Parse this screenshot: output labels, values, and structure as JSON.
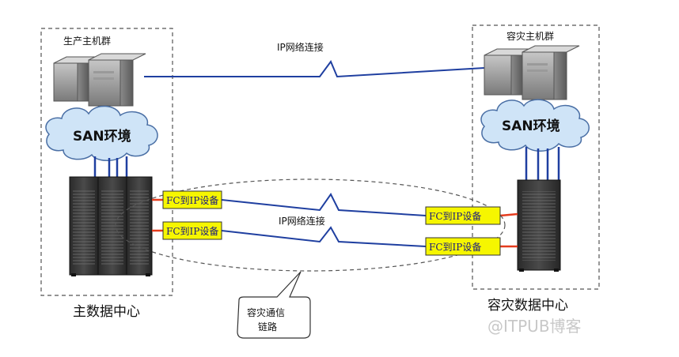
{
  "diagram": {
    "production_group_label": "生产主机群",
    "dr_group_label": "容灾主机群",
    "ip_link_top_label": "IP网络连接",
    "ip_link_mid_label": "IP网络连接",
    "san_left_label": "SAN环境",
    "san_right_label": "SAN环境",
    "fc_devices": [
      "FC到IP设备",
      "FC到IP设备",
      "FC到IP设备",
      "FC到IP设备"
    ],
    "main_center_label": "主数据中心",
    "dr_center_label": "容灾数据中心",
    "callout_line1": "容灾通信",
    "callout_line2": "链路",
    "watermark": "@ITPUB博客"
  },
  "colors": {
    "link_blue": "#1f3fa0",
    "fc_yellow": "#f6f600",
    "cloud_fill": "#cfe4f7",
    "fc_red": "#e53c1e"
  }
}
